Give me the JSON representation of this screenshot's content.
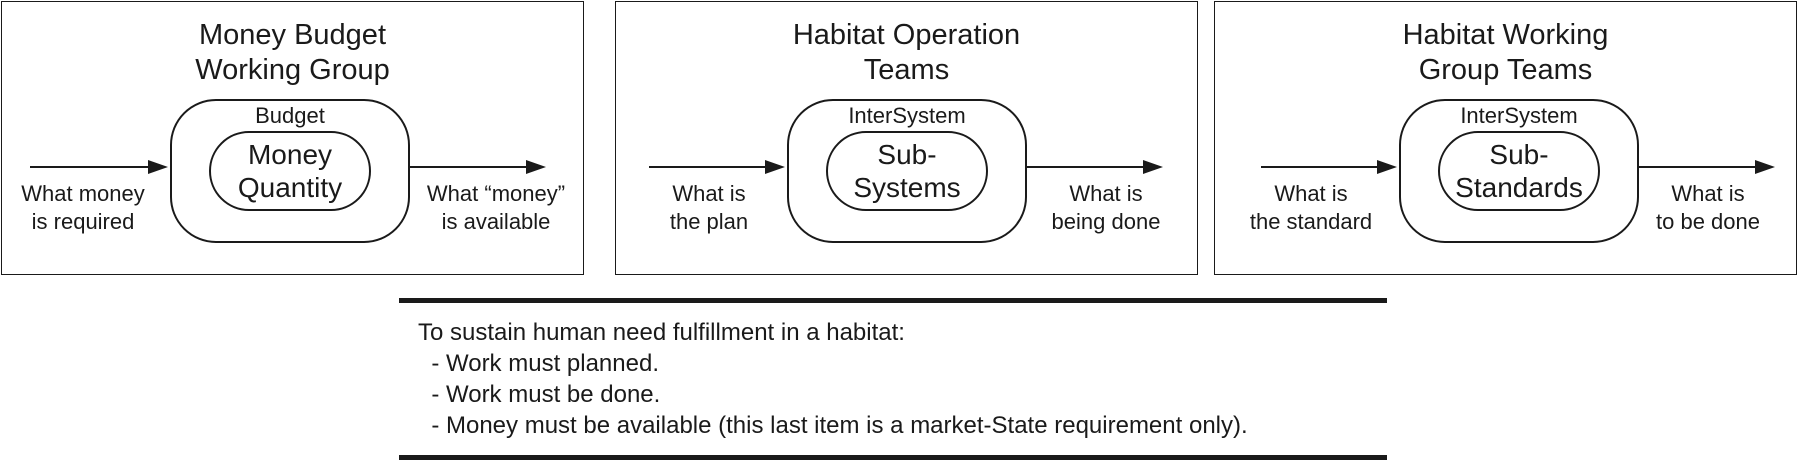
{
  "panels": [
    {
      "title": "Money Budget\nWorking Group",
      "outer_label": "Budget",
      "inner_label": "Money\nQuantity",
      "input_label": "What money\nis required",
      "output_label": "What “money”\nis available"
    },
    {
      "title": "Habitat Operation\nTeams",
      "outer_label": "InterSystem",
      "inner_label": "Sub-\nSystems",
      "input_label": "What is\nthe plan",
      "output_label": "What is\nbeing done"
    },
    {
      "title": "Habitat Working\nGroup Teams",
      "outer_label": "InterSystem",
      "inner_label": "Sub-\nStandards",
      "input_label": "What is\nthe standard",
      "output_label": "What is\nto be done"
    }
  ],
  "note": {
    "heading": "To sustain human need fulfillment in a habitat:",
    "items": [
      "  - Work must planned.",
      "  - Work must be done.",
      "  - Money must be available (this last item is a market-State requirement only)."
    ]
  }
}
